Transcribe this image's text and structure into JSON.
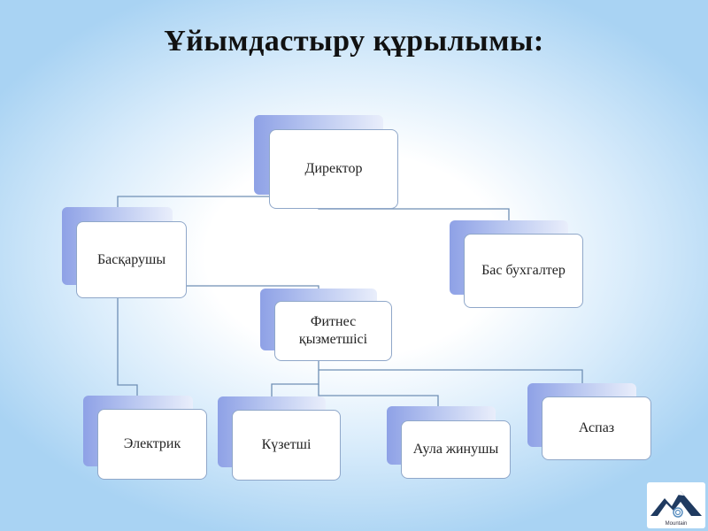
{
  "title": "Ұйымдастыру құрылымы:",
  "nodes": {
    "director": "Директор",
    "manager": "Басқарушы",
    "chief_accountant": "Бас бухгалтер",
    "fitness_worker": "Фитнес қызметшісі",
    "electrician": "Электрик",
    "guard": "Күзетші",
    "yard_cleaner": "Аула жинушы",
    "cook": "Аспаз"
  },
  "logo": {
    "text": "Mountain",
    "icon": "mountain-logo-icon"
  },
  "colors": {
    "line": "#6f8fb5",
    "card_border": "#8fa7c9",
    "shadow": "#8ea1e6"
  }
}
